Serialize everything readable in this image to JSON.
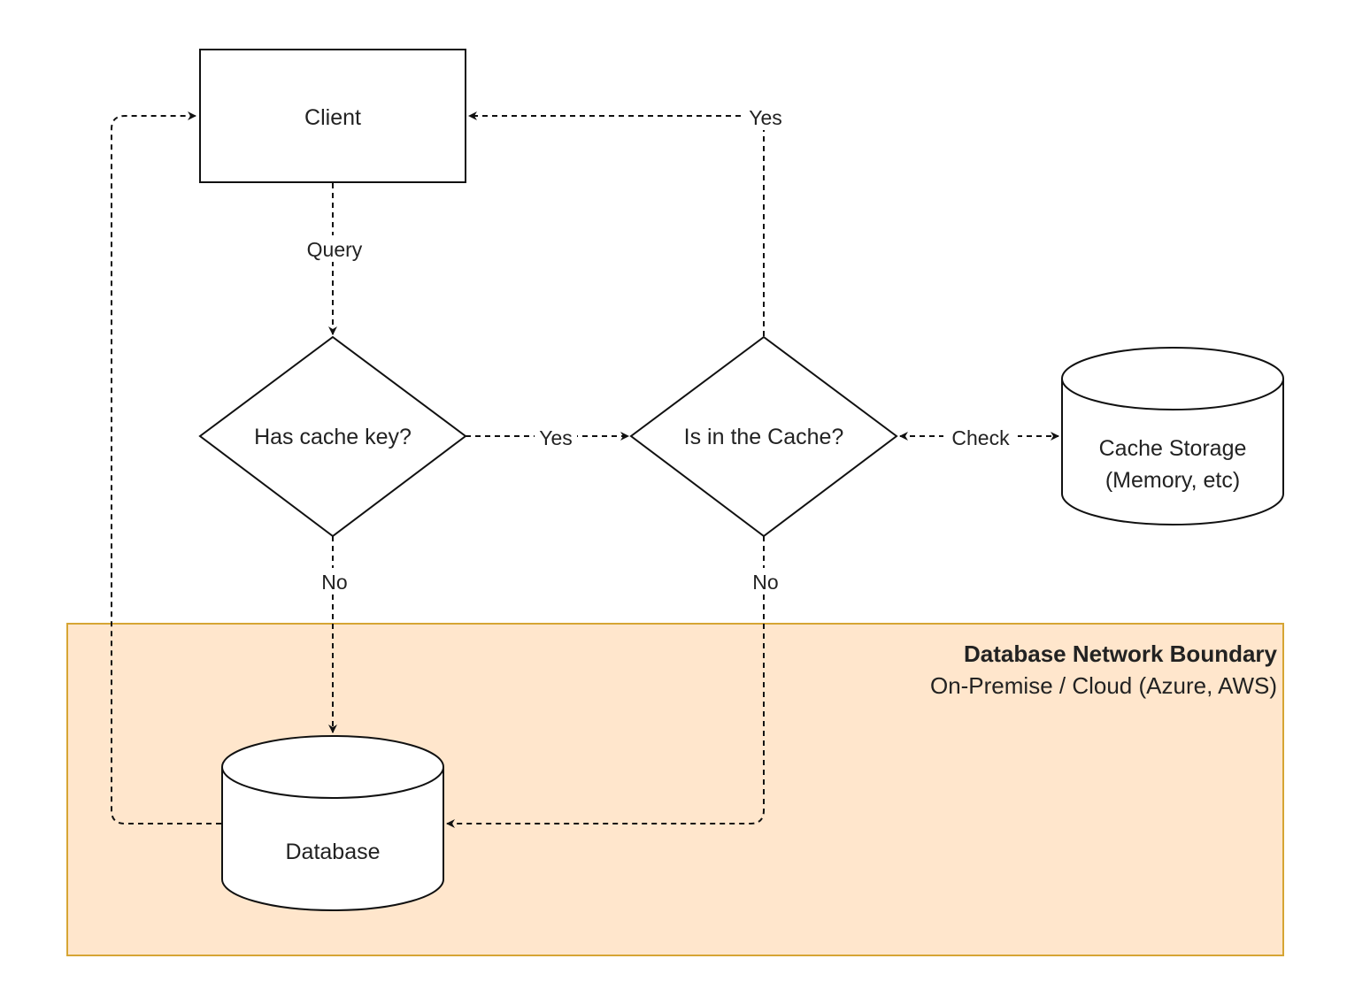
{
  "boundary": {
    "title": "Database Network Boundary",
    "subtitle": "On-Premise / Cloud (Azure, AWS)",
    "fill": "#ffe6cc",
    "stroke": "#d6a534"
  },
  "nodes": {
    "client": "Client",
    "has_cache_key": "Has cache key?",
    "is_in_cache": "Is in the Cache?",
    "cache_storage_line1": "Cache Storage",
    "cache_storage_line2": "(Memory, etc)",
    "database": "Database"
  },
  "edges": {
    "query": "Query",
    "has_key_yes": "Yes",
    "has_key_no": "No",
    "in_cache_yes": "Yes",
    "in_cache_no": "No",
    "check": "Check"
  }
}
